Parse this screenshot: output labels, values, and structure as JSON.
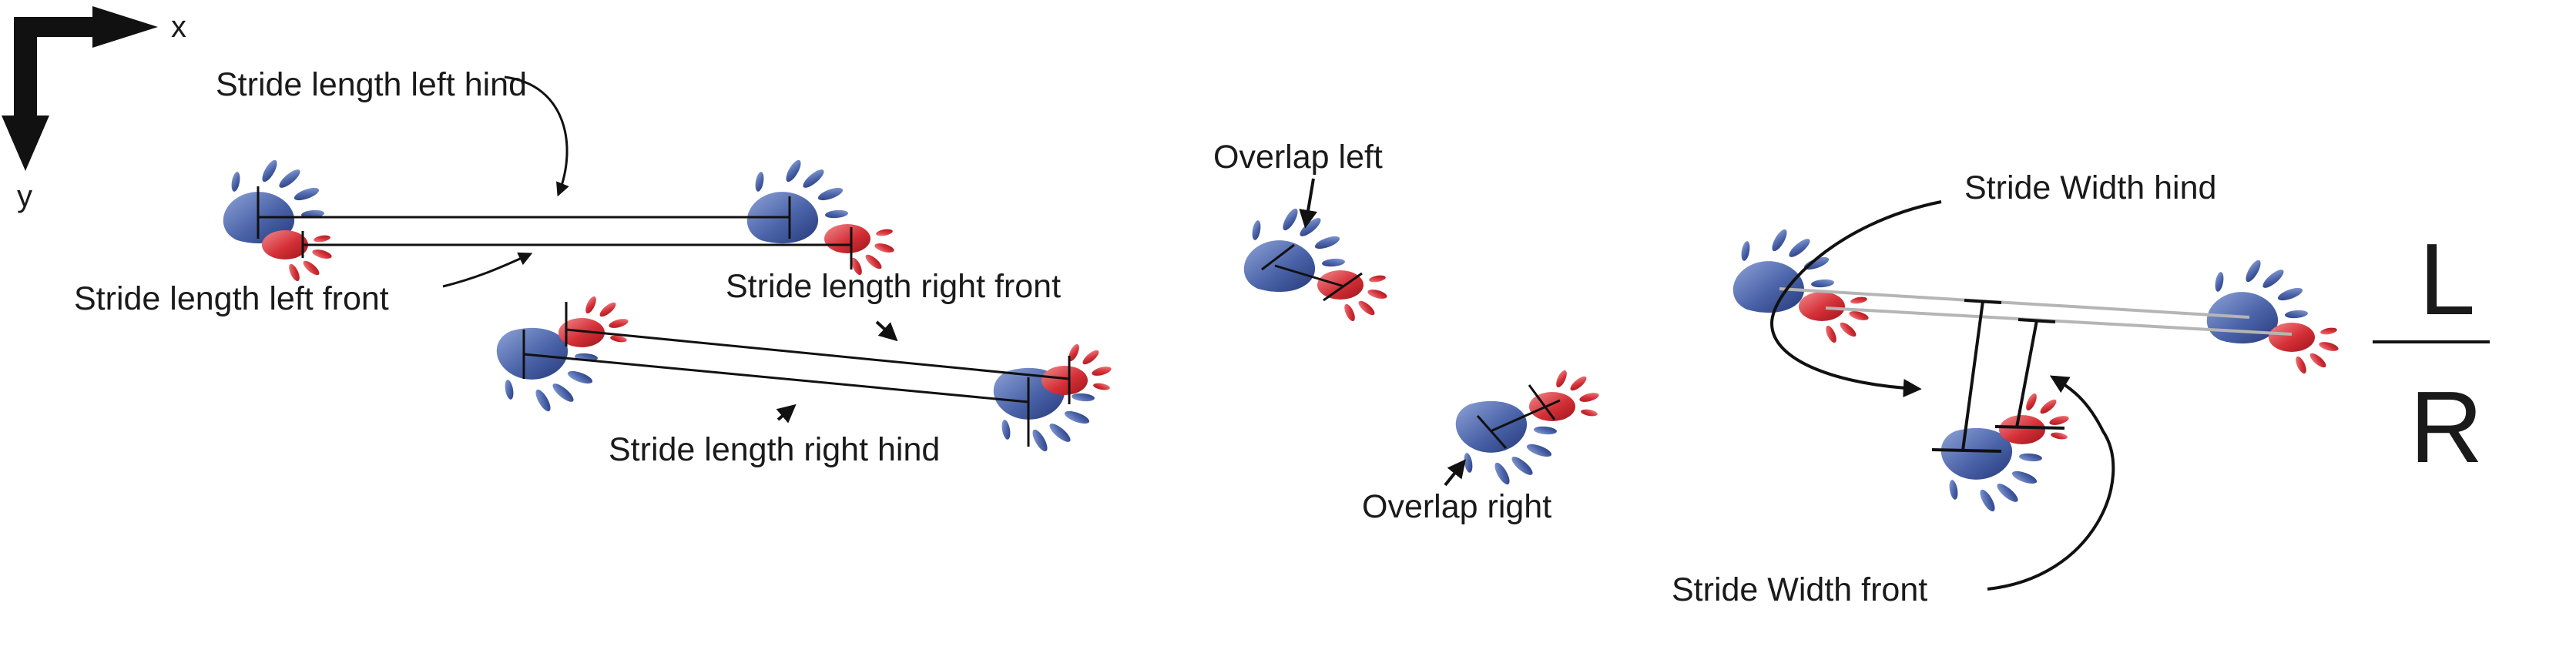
{
  "axes": {
    "x_label": "x",
    "y_label": "y"
  },
  "labels": {
    "stride_length_left_hind": "Stride length left hind",
    "stride_length_left_front": "Stride length left front",
    "stride_length_right_front": "Stride length right front",
    "stride_length_right_hind": "Stride length right hind",
    "overlap_left": "Overlap left",
    "overlap_right": "Overlap right",
    "stride_width_hind": "Stride Width hind",
    "stride_width_front": "Stride Width front"
  },
  "legend": {
    "left": "L",
    "right": "R"
  },
  "colors": {
    "hind_paw": "#4a63a8",
    "front_paw": "#d42f36",
    "ink": "#111111",
    "guide": "#b5b5b5"
  }
}
